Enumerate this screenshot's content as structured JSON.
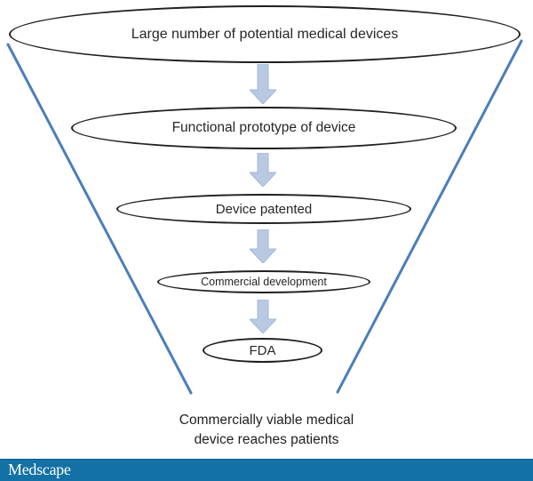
{
  "diagram": {
    "stages": [
      {
        "label": "Large number of potential medical devices"
      },
      {
        "label": "Functional prototype of device"
      },
      {
        "label": "Device patented"
      },
      {
        "label": "Commercial development"
      },
      {
        "label": "FDA"
      }
    ],
    "caption": {
      "line1": "Commercially viable medical",
      "line2": "device reaches patients"
    },
    "colors": {
      "funnel_line": "#4a7ebb",
      "arrow_fill": "#b9c9e2",
      "arrow_border": "#a3b8d9",
      "ellipse_stroke": "#1f1f1f",
      "text": "#262626",
      "footer_bar": "#1371a5",
      "footer_text": "#ffffff"
    }
  },
  "footer": {
    "brand": "Medscape"
  }
}
